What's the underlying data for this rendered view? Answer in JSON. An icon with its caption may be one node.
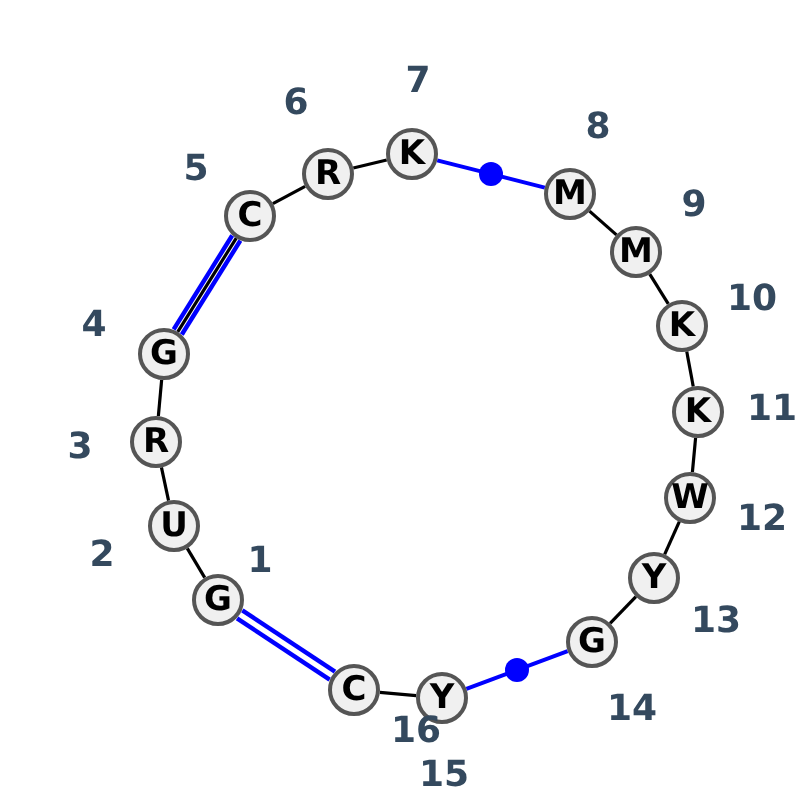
{
  "diagram": {
    "nodes": [
      {
        "text": [
          "G"
        ],
        "beside": [
          "1"
        ]
      },
      {
        "text": [
          "U"
        ],
        "beside": [
          "2"
        ]
      },
      {
        "text": [
          "R"
        ],
        "beside": [
          "3"
        ]
      },
      {
        "text": [
          "G"
        ],
        "beside": [
          "4"
        ]
      },
      {
        "text": [
          "C"
        ],
        "beside": [
          "5"
        ]
      },
      {
        "text": [
          "R"
        ],
        "beside": [
          "6"
        ]
      },
      {
        "text": [
          "K"
        ],
        "beside": [
          "7"
        ]
      },
      {
        "text": [
          "M"
        ],
        "beside": [
          "8"
        ]
      },
      {
        "text": [
          "M"
        ],
        "beside": [
          "9"
        ]
      },
      {
        "text": [
          "K"
        ],
        "beside": [
          "10"
        ]
      },
      {
        "text": [
          "K"
        ],
        "beside": [
          "11"
        ]
      },
      {
        "text": [
          "W"
        ],
        "beside": [
          "12"
        ]
      },
      {
        "text": [
          "Y"
        ],
        "beside": [
          "13"
        ]
      },
      {
        "text": [
          "G"
        ],
        "beside": [
          "14"
        ]
      },
      {
        "text": [
          "Y"
        ],
        "beside": [
          "15"
        ]
      },
      {
        "text": [
          "C"
        ],
        "beside": [
          "16"
        ]
      }
    ],
    "edges": [
      {
        "from": 0,
        "to": 1,
        "arrow": "none"
      },
      {
        "from": 1,
        "to": 2,
        "arrow": "none"
      },
      {
        "from": 2,
        "to": 3,
        "arrow": "none"
      },
      {
        "from": 3,
        "to": 4,
        "arrow": "none",
        "style": "thick",
        "color": "#0000ff"
      },
      {
        "from": 3,
        "to": 4,
        "arrow": "none"
      },
      {
        "from": 4,
        "to": 5,
        "arrow": "none"
      },
      {
        "from": 5,
        "to": 6,
        "arrow": "none"
      },
      {
        "from": 6,
        "to": 7,
        "arrow": "none",
        "color": "#0000ff"
      },
      {
        "from": 7,
        "to": 8,
        "arrow": "none"
      },
      {
        "from": 8,
        "to": 9,
        "arrow": "none"
      },
      {
        "from": 9,
        "to": 10,
        "arrow": "none"
      },
      {
        "from": 10,
        "to": 11,
        "arrow": "none"
      },
      {
        "from": 11,
        "to": 12,
        "arrow": "none"
      },
      {
        "from": 12,
        "to": 13,
        "arrow": "none"
      },
      {
        "from": 13,
        "to": 14,
        "arrow": "none",
        "color": "#0000ff"
      },
      {
        "from": 14,
        "to": 15,
        "arrow": "none"
      },
      {
        "from": 15,
        "to": 0,
        "arrow": "none",
        "style": "thick",
        "color": "#0000ff"
      }
    ]
  }
}
